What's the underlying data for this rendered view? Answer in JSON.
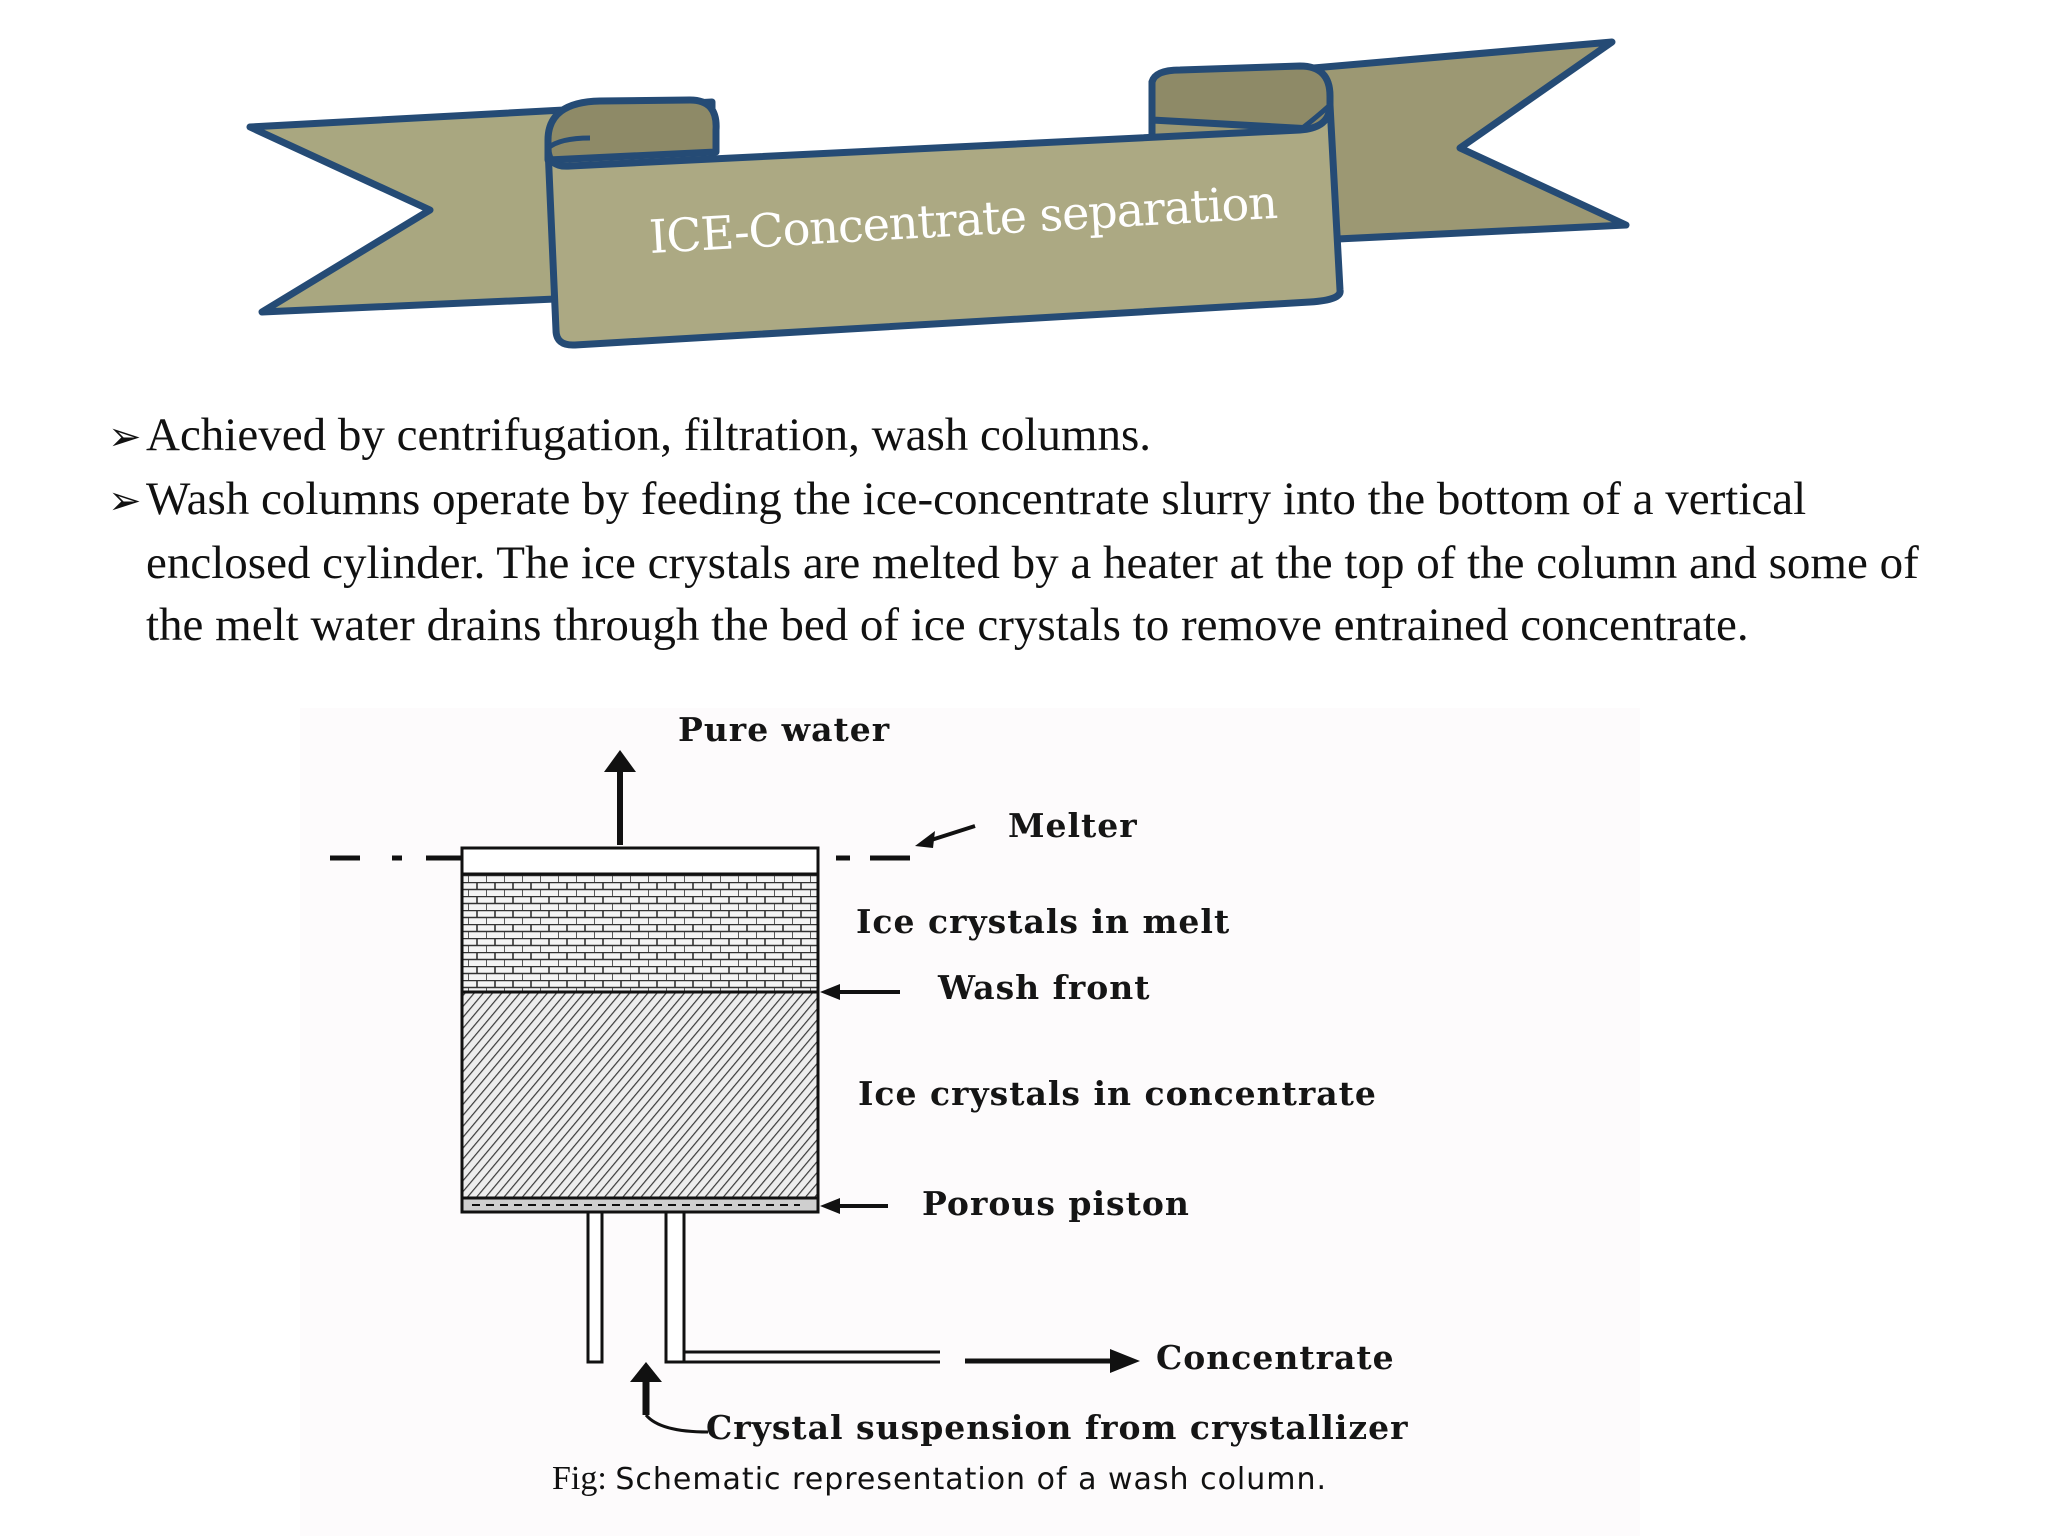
{
  "slide": {
    "title": "ICE-Concentrate separation",
    "colors": {
      "banner_fill": "#a9a780",
      "banner_shadow": "#8e8a67",
      "banner_stroke": "#254b75"
    }
  },
  "bullets": [
    {
      "marker": "➢",
      "text": "Achieved by centrifugation, filtration, wash columns."
    },
    {
      "marker": "➢",
      "text": "Wash columns operate by feeding the ice-concentrate slurry into the bottom of a vertical enclosed cylinder. The ice crystals are melted by a heater at the top of the column and some of the melt water drains through the bed of ice crystals to remove entrained concentrate."
    }
  ],
  "figure": {
    "labels": {
      "pure_water": "Pure water",
      "melter": "Melter",
      "ice_in_melt": "Ice crystals in melt",
      "wash_front": "Wash front",
      "ice_in_concentrate": "Ice crystals in concentrate",
      "porous_piston": "Porous piston",
      "concentrate": "Concentrate",
      "crystal_suspension": "Crystal suspension from crystallizer"
    },
    "caption_prefix": "Fig:",
    "caption_text": "Schematic representation of a wash column."
  }
}
